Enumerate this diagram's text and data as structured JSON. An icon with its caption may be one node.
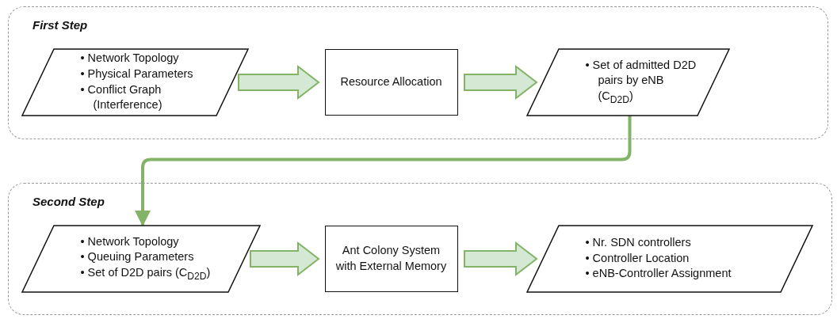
{
  "diagram": {
    "nodes": [
      {
        "text": [
          "First Step"
        ]
      },
      {
        "text": [
          "• Network Topology",
          "• Physical Parameters",
          "• Conflict Graph (Interference)"
        ],
        "in": 0
      },
      {
        "text": [
          "Resource Allocation"
        ],
        "in": 0
      },
      {
        "text": [
          "• Set of admitted D2D pairs by eNB (C$_{D2D}$)"
        ],
        "in": 0
      },
      {
        "text": [
          "Second Step"
        ]
      },
      {
        "text": [
          "• Network Topology",
          "• Queuing Parameters",
          "• Set of D2D pairs (C$_{D2D}$)"
        ],
        "in": 4
      },
      {
        "text": [
          "Ant Colony System with External Memory"
        ],
        "in": 4
      },
      {
        "text": [
          "• Nr. SDN controllers",
          "• Controller Location",
          "• eNB-Controller Assignment"
        ],
        "in": 4
      }
    ],
    "edges": [
      {
        "from": 1,
        "to": 2,
        "arrow": "to",
        "style": "thick"
      },
      {
        "from": 2,
        "to": 3,
        "arrow": "to",
        "style": "thick"
      },
      {
        "from": 3,
        "to": 5,
        "arrow": "to"
      },
      {
        "from": 5,
        "to": 6,
        "arrow": "to",
        "style": "thick"
      },
      {
        "from": 6,
        "to": 7,
        "arrow": "to",
        "style": "thick"
      }
    ]
  }
}
